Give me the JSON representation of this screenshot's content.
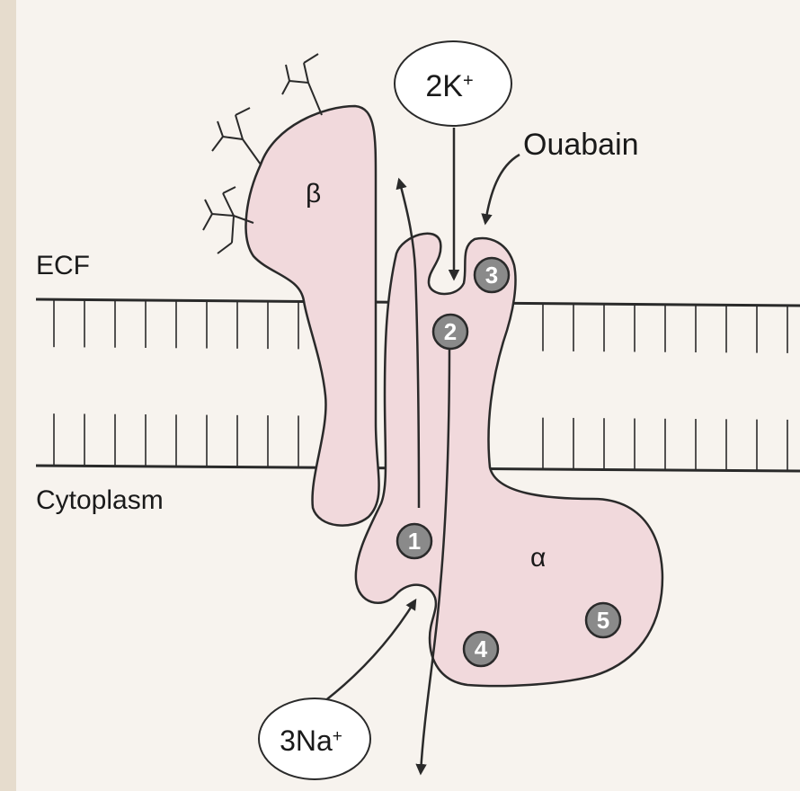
{
  "labels": {
    "ecf": "ECF",
    "cytoplasm": "Cytoplasm",
    "beta": "β",
    "alpha": "α",
    "ouabain": "Ouabain",
    "potassium": "2K",
    "potassium_charge": "+",
    "sodium": "3Na",
    "sodium_charge": "+"
  },
  "sites": [
    "1",
    "2",
    "3",
    "4",
    "5"
  ],
  "colors": {
    "protein_fill": "#f1d9dc",
    "site_fill": "#8a8a8a",
    "line": "#2a2a2a",
    "background": "#f7f3ee"
  }
}
